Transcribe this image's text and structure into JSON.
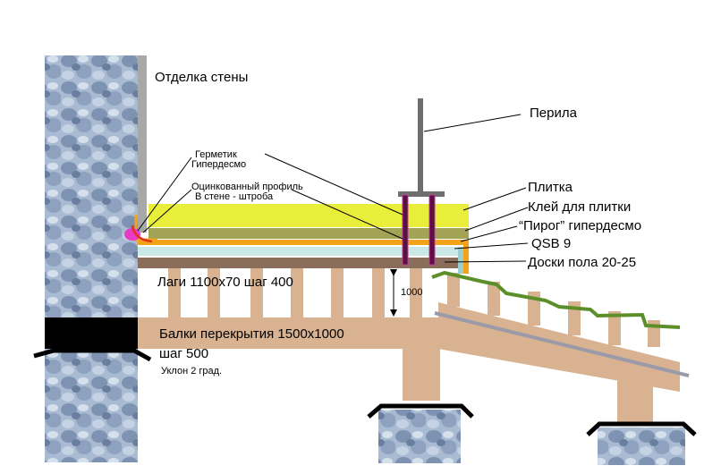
{
  "labels": {
    "wall_finish": "Отделка стены",
    "railing": "Перила",
    "sealant_1": "Герметик",
    "sealant_2": "Гипердесмо",
    "profile_1": "Оцинкованный профиль",
    "profile_2": "В стене - штроба",
    "tile": "Плитка",
    "tile_glue": "Клей для плитки",
    "pie": "“Пирог” гипердесмо",
    "qsb": "QSB 9",
    "floor_boards": "Доски пола 20-25",
    "joists": "Лаги 1100х70 шаг 400",
    "beams_1": "Балки перекрытия 1500х1000",
    "beams_2": "шаг 500",
    "slope": "Уклон 2 град.",
    "dimension": "1000"
  },
  "colors": {
    "stone": "#8fa3c0",
    "wall_finish": "#a8a8a8",
    "tile": "#e8ee3a",
    "glue": "#a3a356",
    "membrane": "#f2a31b",
    "qsb": "#c9e8e6",
    "boards": "#8a6d5a",
    "wood": "#d8b291",
    "railing_post": "#6e6e6e",
    "anchor": "#5a1040",
    "sealant": "#e83cc8",
    "green_line": "#5c8f2a",
    "footing_cap": "#000000"
  }
}
